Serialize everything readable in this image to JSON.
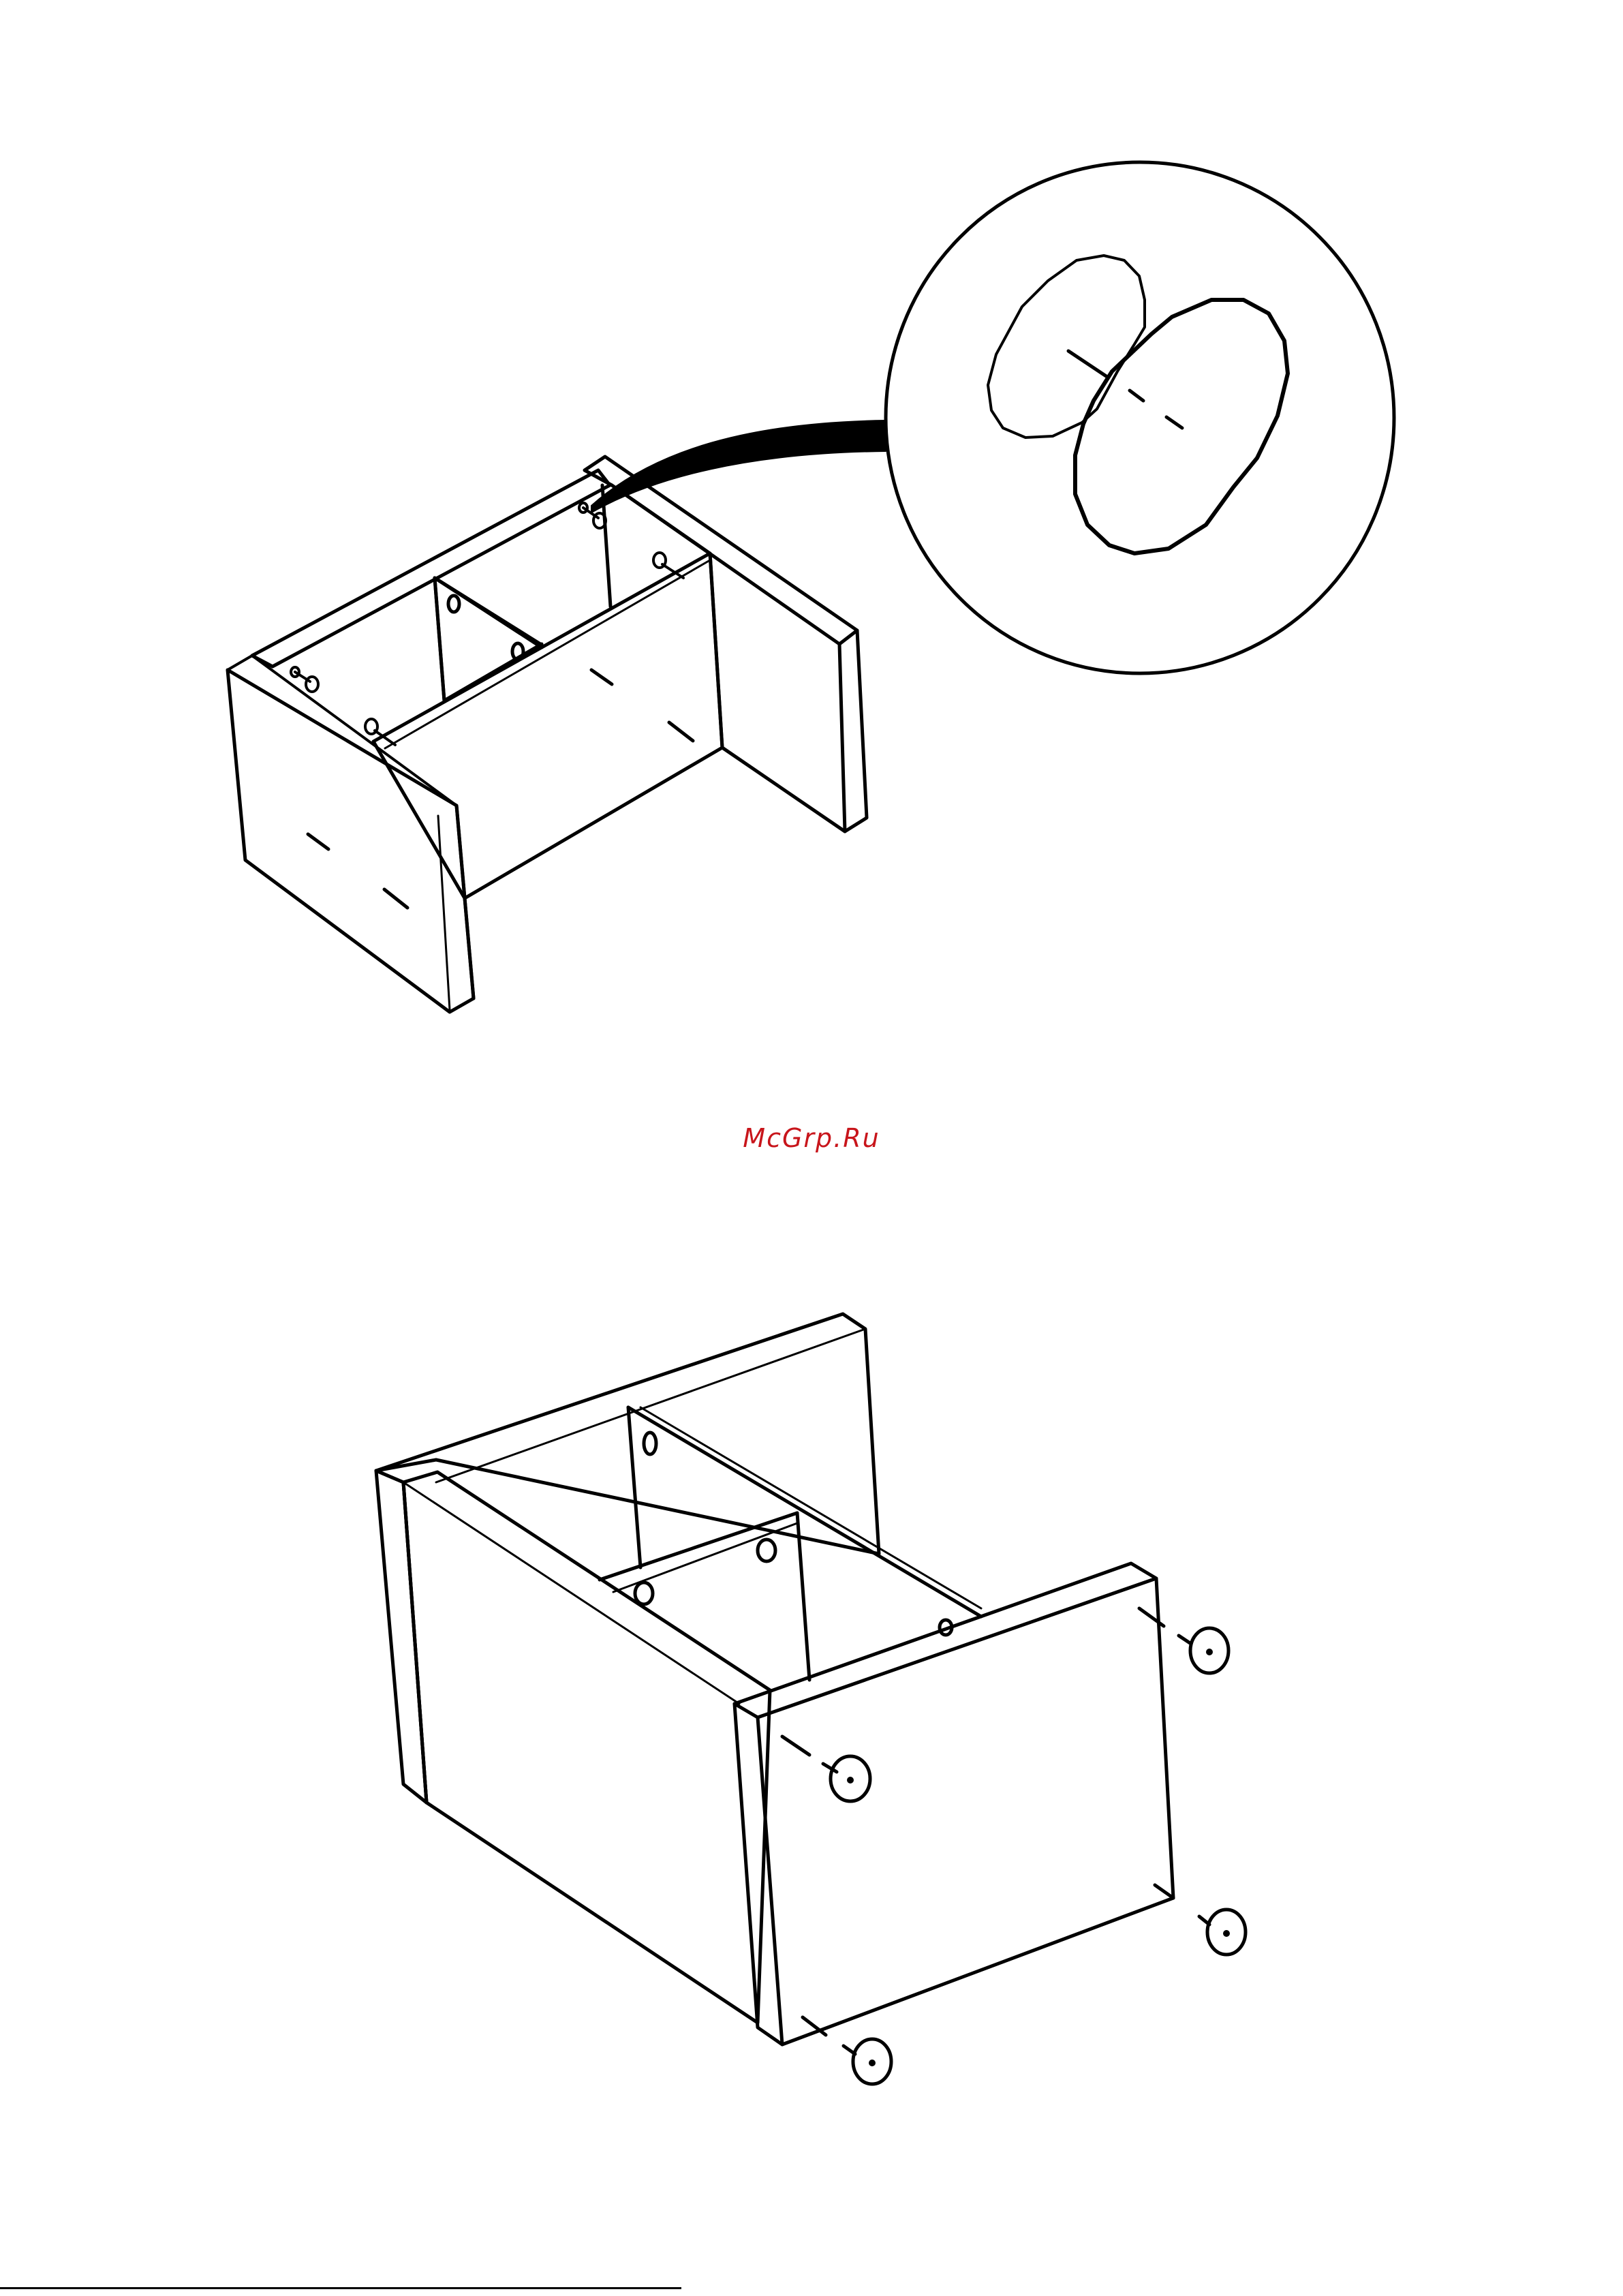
{
  "document": {
    "watermark_text": "McGrp.Ru",
    "watermark_color": "#c8151b",
    "line_color": "#000000",
    "background": "#ffffff"
  },
  "figures": [
    {
      "name": "step-frame-assembly",
      "callout": "detail-magnifier-cam-bolt"
    },
    {
      "name": "step-feet-attachment",
      "feet_count": 4
    }
  ]
}
